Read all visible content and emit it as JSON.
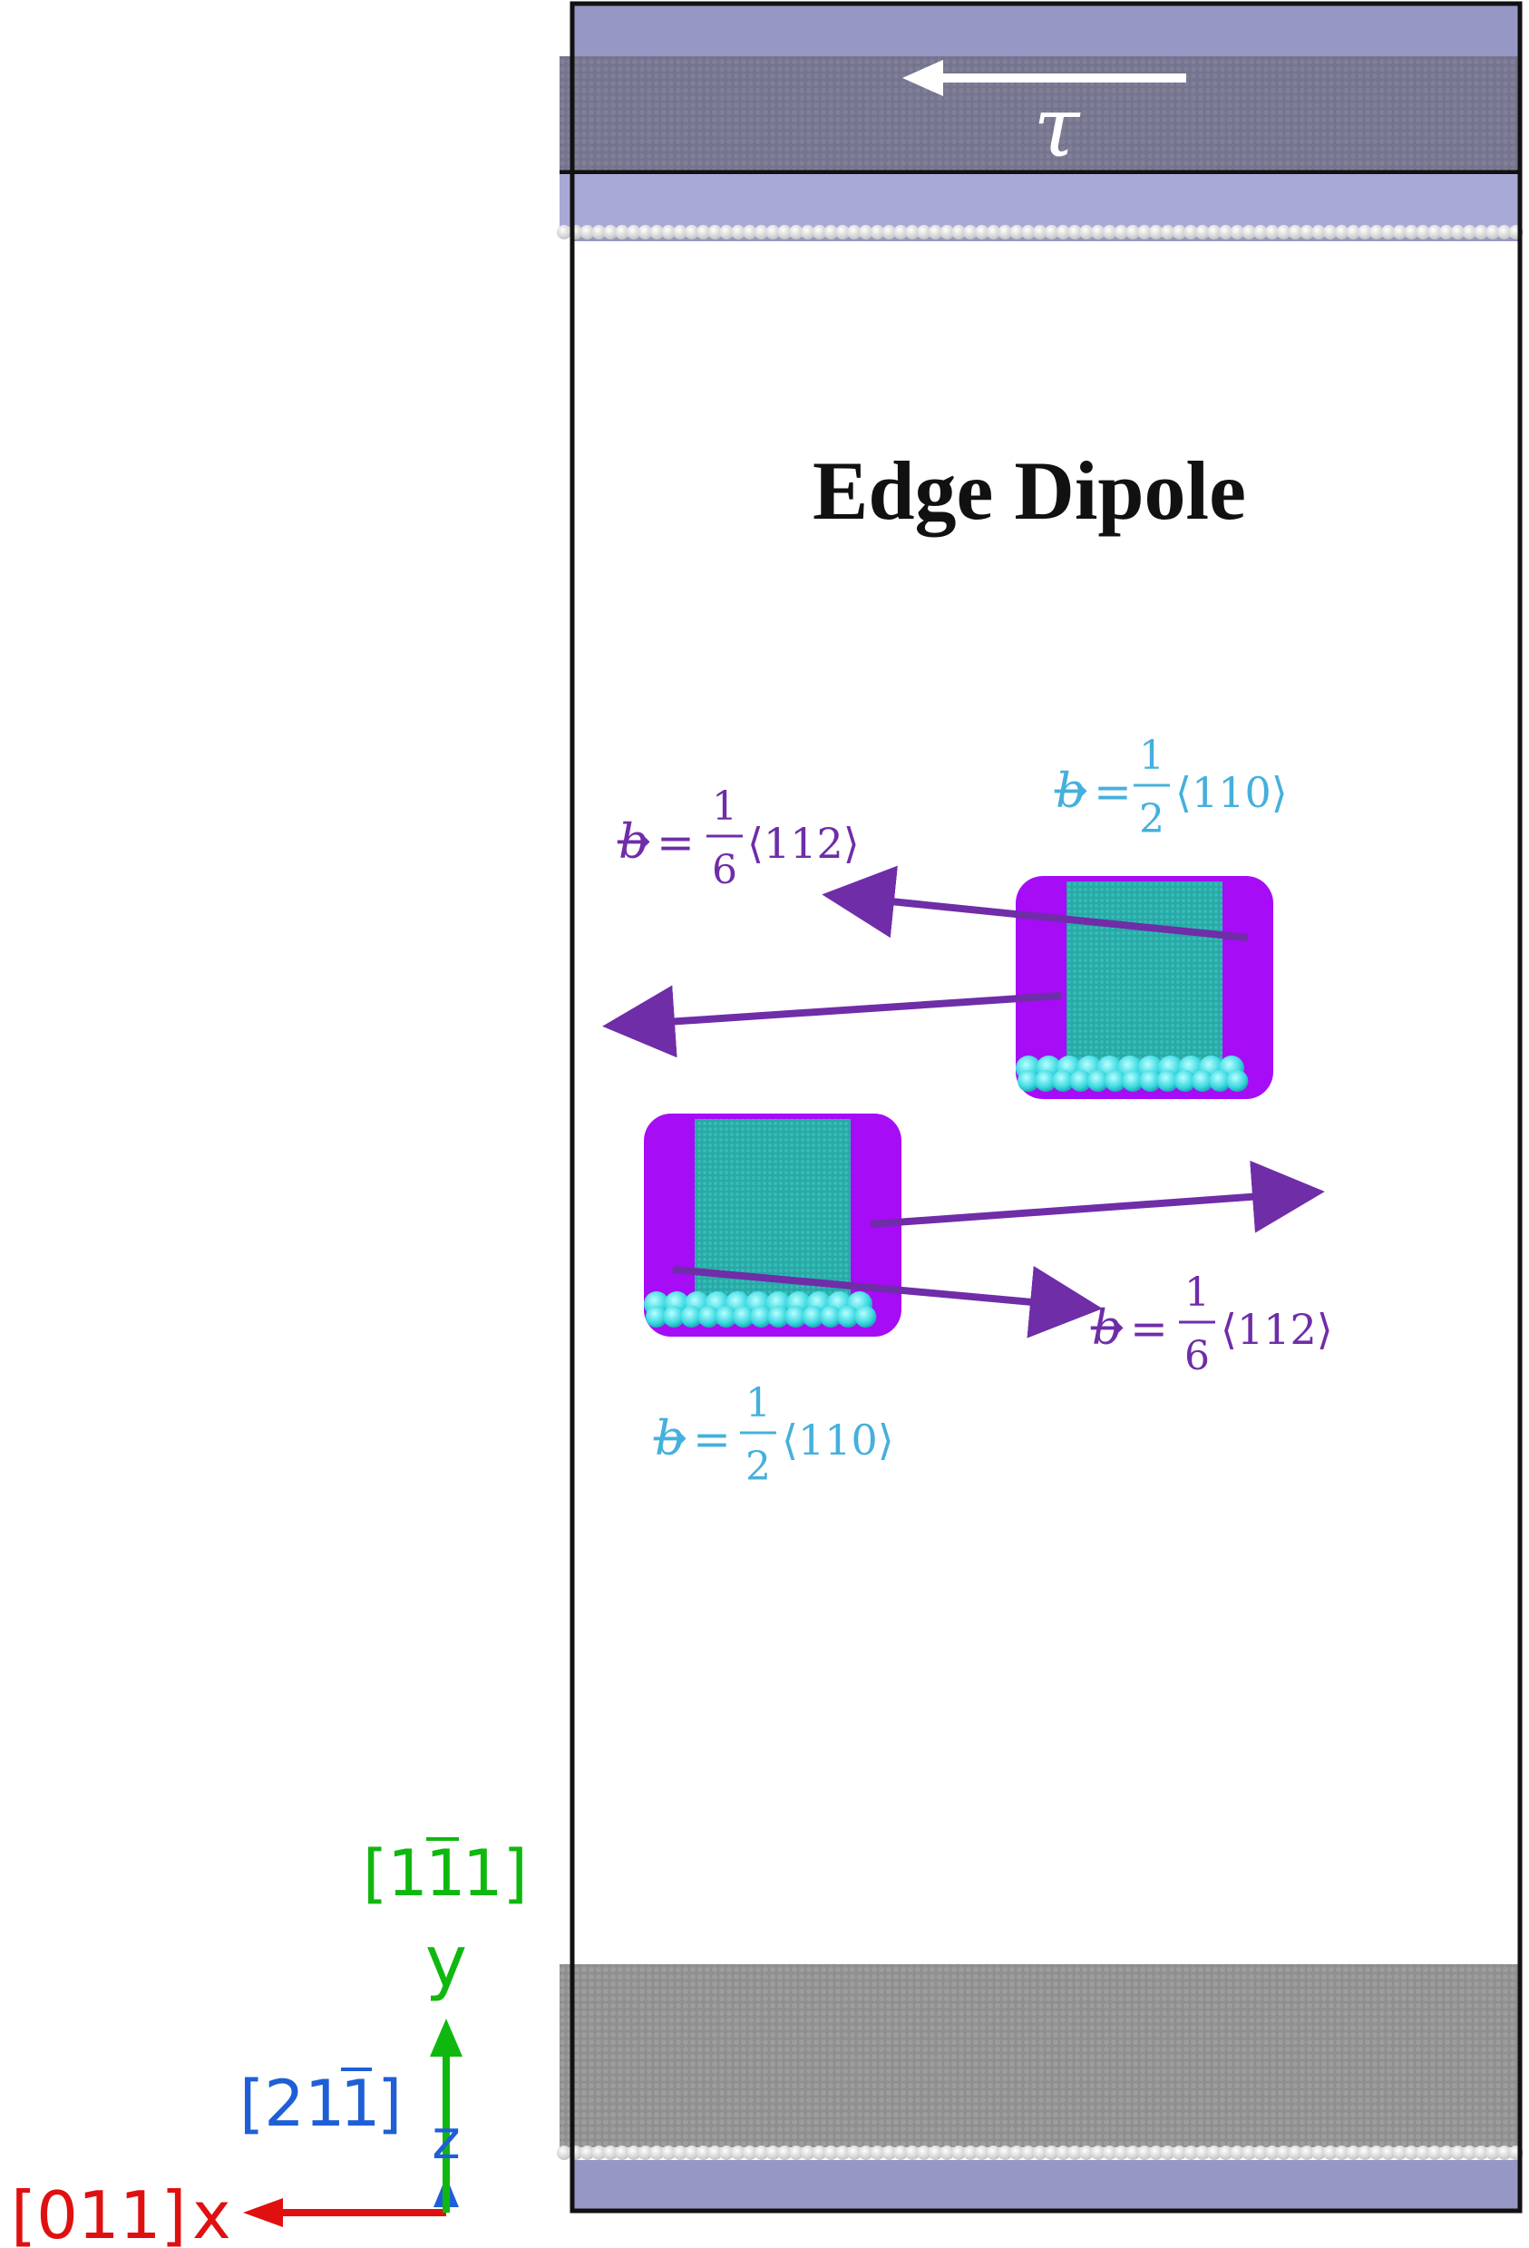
{
  "title": "Edge Dipole",
  "stress_symbol": "τ",
  "colors": {
    "purple_label": "#6f2da8",
    "cyan_label": "#45b0dc",
    "purple_arrow": "#6f2da8",
    "magenta_core": "#a60cf5",
    "teal_fault": "#2cb0ac",
    "cyan_atoms": "#40e0e8",
    "top_slab": "#9797c6",
    "dark_band": "#757590",
    "light_band": "#a9a9d6",
    "gray_band": "#8e8e8e",
    "axis_x": "#e01010",
    "axis_y": "#0fb80f",
    "axis_z": "#1f5fd6"
  },
  "burgers_labels": [
    {
      "b": "b",
      "eq": "=",
      "num": "1",
      "den": "2",
      "vec": "⟨110⟩",
      "color": "cyan"
    },
    {
      "b": "b",
      "eq": "=",
      "num": "1",
      "den": "6",
      "vec": "⟨112⟩",
      "color": "purple"
    },
    {
      "b": "b",
      "eq": "=",
      "num": "1",
      "den": "6",
      "vec": "⟨112⟩",
      "color": "purple"
    },
    {
      "b": "b",
      "eq": "=",
      "num": "1",
      "den": "2",
      "vec": "⟨110⟩",
      "color": "cyan"
    }
  ],
  "axes": {
    "x": {
      "letter": "x",
      "direction": "[011]"
    },
    "y": {
      "letter": "y",
      "direction": "[1",
      "bar": "1",
      "end": "1]"
    },
    "z": {
      "letter": "z",
      "direction": "[21",
      "bar": "1",
      "end": "]"
    }
  }
}
